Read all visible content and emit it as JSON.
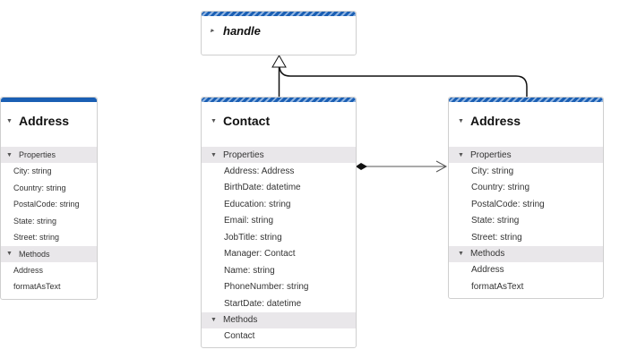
{
  "handle": {
    "name": "handle",
    "collapsed": true
  },
  "partial_class": {
    "name": "Address",
    "properties_label": "Properties",
    "properties": [
      "City: string",
      "Country: string",
      "PostalCode: string",
      "State: string",
      "Street: string"
    ],
    "methods_label": "Methods",
    "methods": [
      "Address",
      "formatAsText"
    ]
  },
  "contact": {
    "name": "Contact",
    "properties_label": "Properties",
    "properties": [
      "Address: Address",
      "BirthDate: datetime",
      "Education: string",
      "Email: string",
      "JobTitle: string",
      "Manager: Contact",
      "Name: string",
      "PhoneNumber: string",
      "StartDate: datetime"
    ],
    "methods_label": "Methods",
    "methods": [
      "Contact"
    ]
  },
  "address": {
    "name": "Address",
    "properties_label": "Properties",
    "properties": [
      "City: string",
      "Country: string",
      "PostalCode: string",
      "State: string",
      "Street: string"
    ],
    "methods_label": "Methods",
    "methods": [
      "Address",
      "formatAsText"
    ]
  },
  "relations": [
    {
      "type": "inheritance",
      "from": "Contact",
      "to": "handle"
    },
    {
      "type": "inheritance",
      "from": "Address",
      "to": "handle"
    },
    {
      "type": "composition",
      "from": "Contact",
      "to": "Address"
    }
  ],
  "colors": {
    "header": "#1a5fb4",
    "section": "#e9e7ea"
  }
}
